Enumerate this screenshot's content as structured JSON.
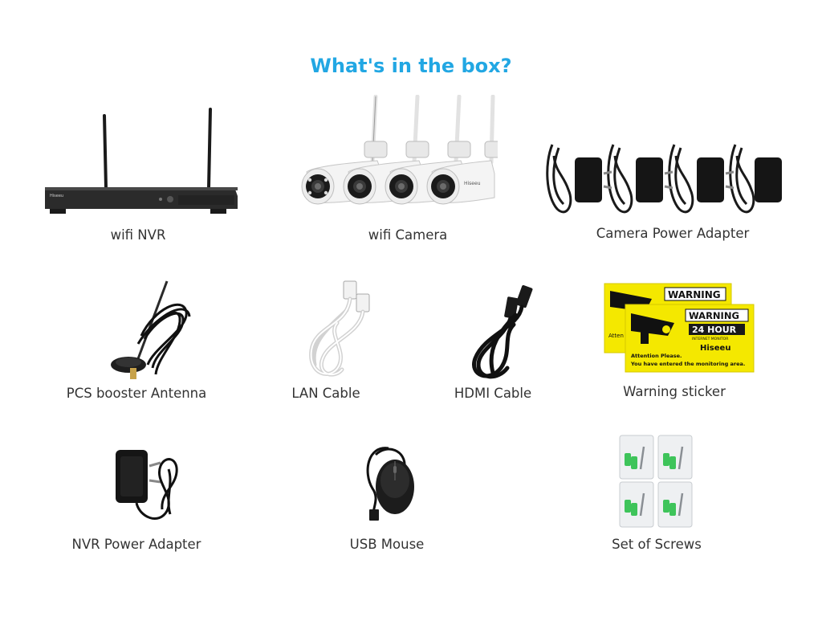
{
  "title": "What's in the box?",
  "colors": {
    "title": "#22a7e3",
    "caption": "#333333",
    "sticker": "#f4e800"
  },
  "items": [
    {
      "label": "wifi NVR",
      "icon": "nvr-recorder-icon",
      "brand": "Hiseeu"
    },
    {
      "label": "wifi Camera",
      "icon": "bullet-camera-icon",
      "brand": "Hiseeu"
    },
    {
      "label": "Camera Power Adapter",
      "icon": "power-adapter-icon"
    },
    {
      "label": "PCS booster Antenna",
      "icon": "antenna-icon"
    },
    {
      "label": "LAN Cable",
      "icon": "lan-cable-icon"
    },
    {
      "label": "HDMI Cable",
      "icon": "hdmi-cable-icon"
    },
    {
      "label": "Warning sticker",
      "icon": "warning-sticker-icon",
      "sticker": {
        "heading": "WARNING",
        "subheading": "24 HOUR",
        "subnote": "INTERNET MONITOR",
        "brand": "Hiseeu",
        "line1": "Attention Please.",
        "line2": "You have entered the monitoring area.",
        "back_partial": "Atten You h"
      }
    },
    {
      "label": "NVR Power Adapter",
      "icon": "power-adapter-icon"
    },
    {
      "label": "USB Mouse",
      "icon": "usb-mouse-icon"
    },
    {
      "label": "Set of Screws",
      "icon": "screws-icon"
    }
  ]
}
